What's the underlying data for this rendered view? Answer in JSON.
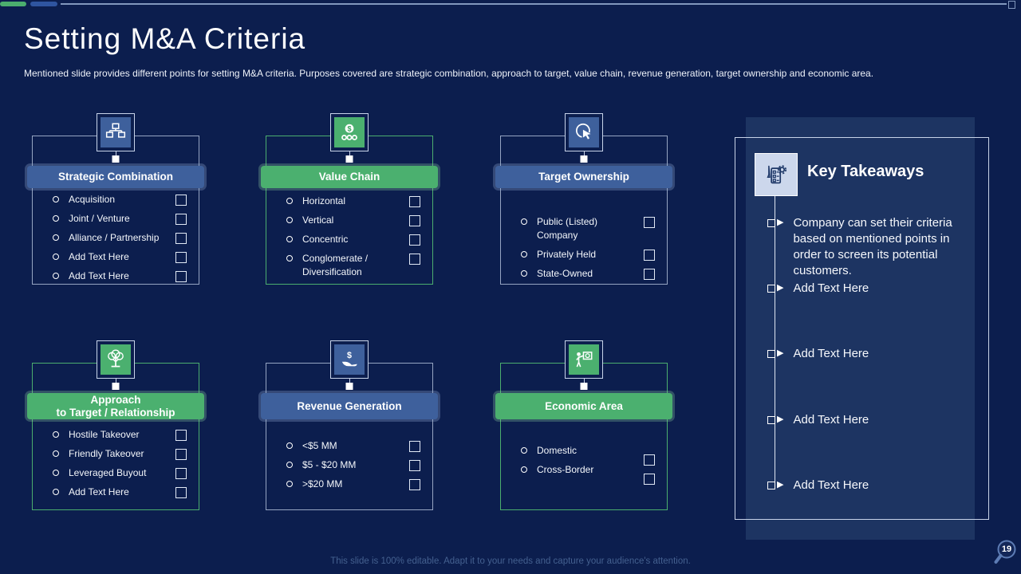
{
  "slide": {
    "title": "Setting M&A Criteria",
    "subtitle": "Mentioned slide provides different points for setting M&A criteria. Purposes covered are strategic combination, approach to target, value chain, revenue generation, target ownership and economic area.",
    "footer": "This slide is 100% editable. Adapt it to your needs and capture your audience's attention.",
    "page_number": "19"
  },
  "colors": {
    "background": "#0c1e4e",
    "accent_blue": "#3e609c",
    "accent_green": "#4bb06f",
    "panel": "#1d3462",
    "border_light": "#c8d4ea"
  },
  "boxes": [
    {
      "title": "Strategic Combination",
      "color": "blue",
      "icon": "org-chart-icon",
      "items": [
        "Acquisition",
        "Joint / Venture",
        "Alliance / Partnership",
        "Add Text Here",
        "Add Text Here"
      ]
    },
    {
      "title": "Value Chain",
      "color": "green",
      "icon": "dollar-chain-icon",
      "items": [
        "Horizontal",
        "Vertical",
        "Concentric",
        "Conglomerate / Diversification"
      ]
    },
    {
      "title": "Target Ownership",
      "color": "blue",
      "icon": "target-click-icon",
      "items": [
        "Public (Listed) Company",
        "Privately Held",
        "State-Owned"
      ]
    },
    {
      "title": "Approach",
      "title2": "to Target / Relationship",
      "color": "green",
      "icon": "growth-tree-icon",
      "items": [
        "Hostile Takeover",
        "Friendly Takeover",
        "Leveraged Buyout",
        "Add Text Here"
      ]
    },
    {
      "title": "Revenue Generation",
      "color": "blue",
      "icon": "money-hand-icon",
      "items": [
        "<$5 MM",
        "$5 - $20 MM",
        ">$20 MM"
      ]
    },
    {
      "title": "Economic Area",
      "color": "green",
      "icon": "presenter-board-icon",
      "items": [
        "Domestic",
        "Cross-Border"
      ]
    }
  ],
  "key_takeaways": {
    "title": "Key Takeaways",
    "icon": "checklist-gear-icon",
    "bullets": [
      "Company can set their criteria based on mentioned points in order to screen its potential customers.",
      "Add Text Here",
      "Add Text Here",
      "Add Text Here",
      "Add Text Here"
    ]
  }
}
